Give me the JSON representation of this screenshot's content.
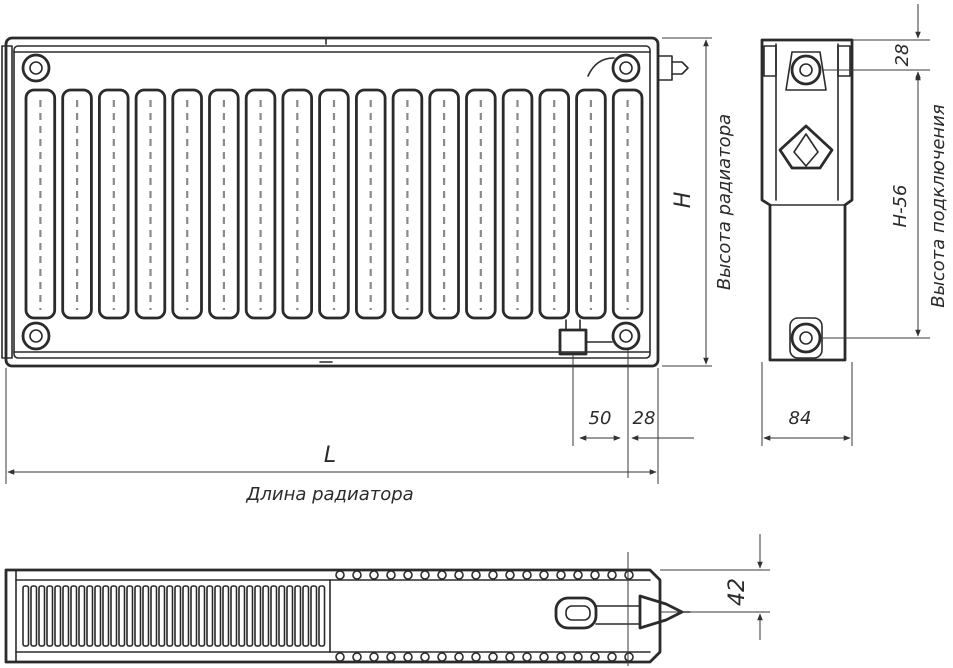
{
  "front_view": {
    "fin_count": 17,
    "dim_height_label": "H",
    "height_caption": "Высота радиатора",
    "dim_offset_50": "50",
    "dim_offset_28": "28",
    "dim_length_label": "L",
    "length_caption": "Длина радиатора"
  },
  "side_view": {
    "dim_top_offset": "28",
    "dim_connection_label": "H-56",
    "connection_caption": "Высота подключения",
    "dim_depth": "84"
  },
  "top_view": {
    "dim_depth": "42"
  }
}
